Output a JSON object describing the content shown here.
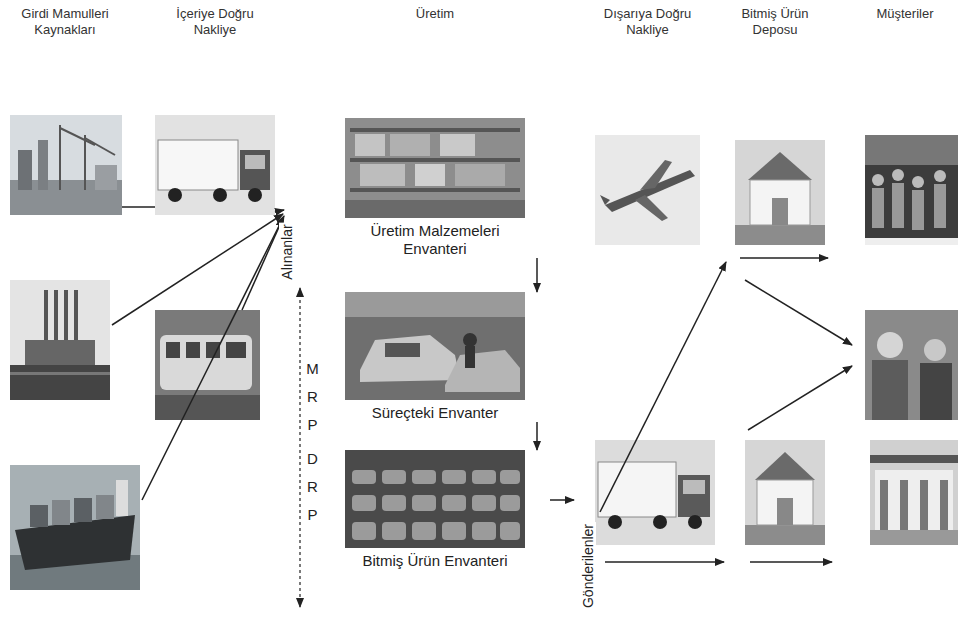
{
  "diagram": {
    "nodes": [
      {
        "text": [
          "Üretim Malzemeleri Envanteri"
        ]
      },
      {
        "text": [
          "Süreçteki Envanter"
        ]
      },
      {
        "text": [
          "Bitmiş Ürün Envanteri"
        ]
      }
    ],
    "edges": [
      {
        "from": 0,
        "to": 1,
        "arrow": "to"
      },
      {
        "from": 1,
        "to": 2,
        "arrow": "to"
      }
    ],
    "labels": [
      "Girdi Mamulleri Kaynakları",
      "İçeriye Doğru Nakliye",
      "Üretim",
      "Dışarıya Doğru Nakliye",
      "Bitmiş Ürün Deposu",
      "Müşteriler",
      "Alınanlar",
      "MRP",
      "DRP",
      "Gönderilenler"
    ]
  }
}
